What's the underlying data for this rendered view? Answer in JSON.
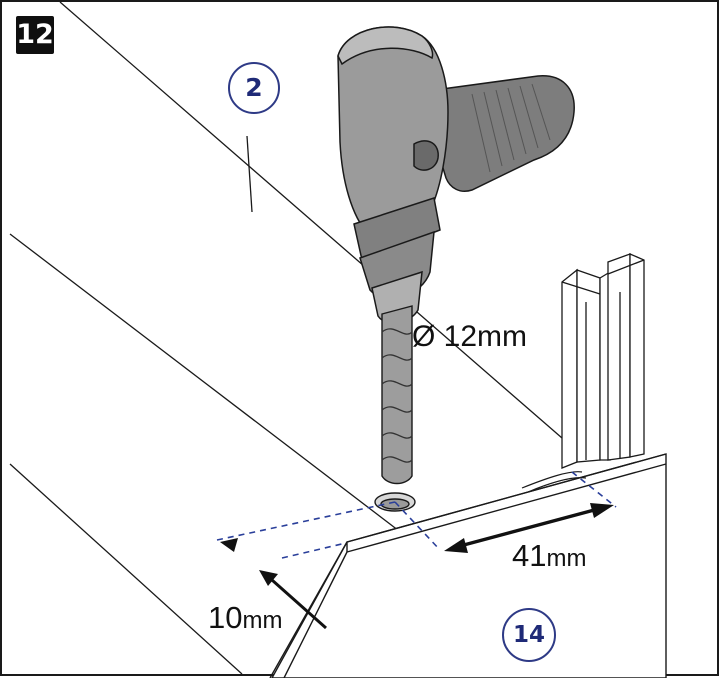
{
  "step": {
    "number": "12"
  },
  "callouts": {
    "part_panel": "2",
    "part_frame": "14"
  },
  "dimensions": {
    "drill_diameter": {
      "value": "Ø 12",
      "unit": "mm"
    },
    "distance_long": {
      "value": "41",
      "unit": "mm"
    },
    "distance_short": {
      "value": "10",
      "unit": "mm"
    }
  },
  "icons": {
    "tool": "drill-icon",
    "bit": "drill-bit-icon",
    "hole": "drill-hole-icon"
  },
  "colors": {
    "line": "#1a1a1a",
    "callout": "#2e3a86",
    "drill_body": "#8e8e8e",
    "drill_grip": "#5a5a5a",
    "guide": "#2a3f9a"
  }
}
